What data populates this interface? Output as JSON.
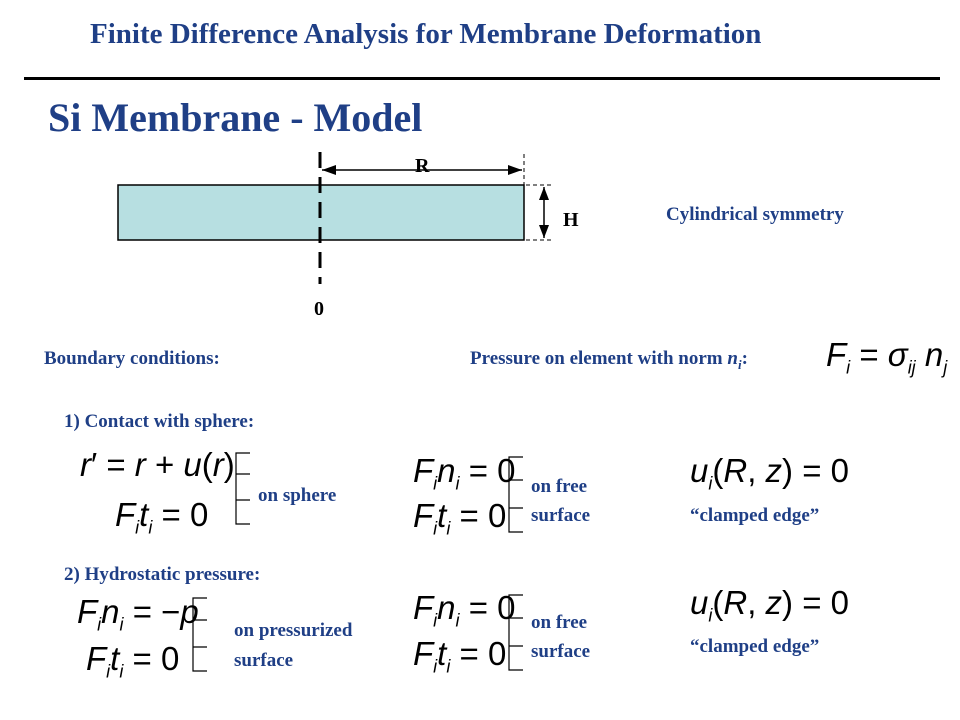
{
  "title": "Finite Difference Analysis for Membrane Deformation",
  "heading": "Si Membrane - Model",
  "diagram": {
    "dim_R": "R",
    "dim_H": "H",
    "axis_origin": "0",
    "membrane_fill": "#b7dfe1"
  },
  "cylindrical_symmetry": "Cylindrical symmetry",
  "boundary_conditions": "Boundary conditions:",
  "pressure_label_prefix": "Pressure on element with norm ",
  "pressure_label_n": "n",
  "pressure_label_sub": "i",
  "pressure_label_suffix": ":",
  "equations": {
    "traction": "F_i = σ_ij n_j",
    "contact_1": "r′ = r + u(r)",
    "contact_2": "F_i t_i = 0",
    "free_normal": "F_i n_i = 0",
    "free_tangent": "F_i t_i = 0",
    "clamped": "u_i(R, z) = 0",
    "pressurized_normal": "F_i n_i = −p"
  },
  "case1": {
    "label": "1) Contact with sphere:",
    "on_sphere": "on sphere",
    "free_line1": "on free",
    "free_line2": "surface",
    "clamped_label": "“clamped edge”"
  },
  "case2": {
    "label": "2) Hydrostatic pressure:",
    "pressurized_line1": "on pressurized",
    "pressurized_line2": "surface",
    "free_line1": "on free",
    "free_line2": "surface",
    "clamped_label": "“clamped edge”"
  },
  "colors": {
    "heading_blue": "#1f3f86",
    "membrane_fill": "#b7dfe1"
  }
}
